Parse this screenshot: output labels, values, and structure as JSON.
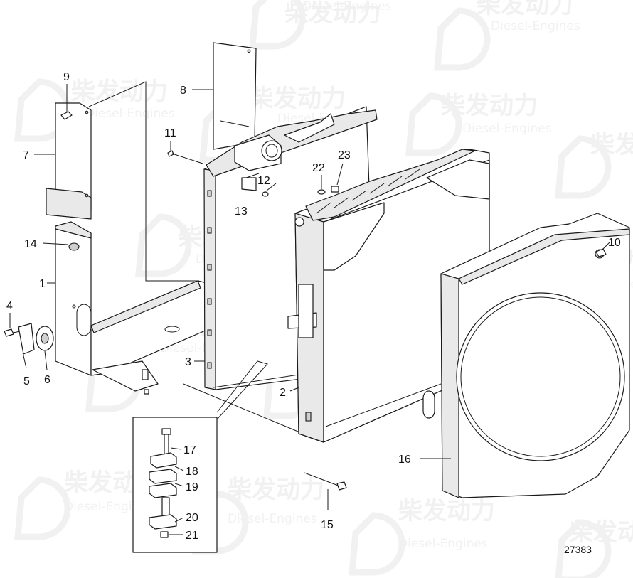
{
  "watermark": {
    "brand_cn": "柴发动力",
    "brand_en": "Diesel-Engines"
  },
  "callouts": {
    "c1": "1",
    "c2": "2",
    "c3": "3",
    "c4": "4",
    "c5": "5",
    "c6": "6",
    "c7": "7",
    "c8": "8",
    "c9": "9",
    "c10": "10",
    "c11": "11",
    "c12": "12",
    "c13": "13",
    "c14": "14",
    "c15": "15",
    "c16": "16",
    "c17": "17",
    "c18": "18",
    "c19": "19",
    "c20": "20",
    "c21": "21",
    "c22": "22",
    "c23": "23"
  },
  "drawing_number": "27383",
  "colors": {
    "line": "#1a1a1a",
    "watermark": "#f1f1f1",
    "background": "#ffffff"
  }
}
